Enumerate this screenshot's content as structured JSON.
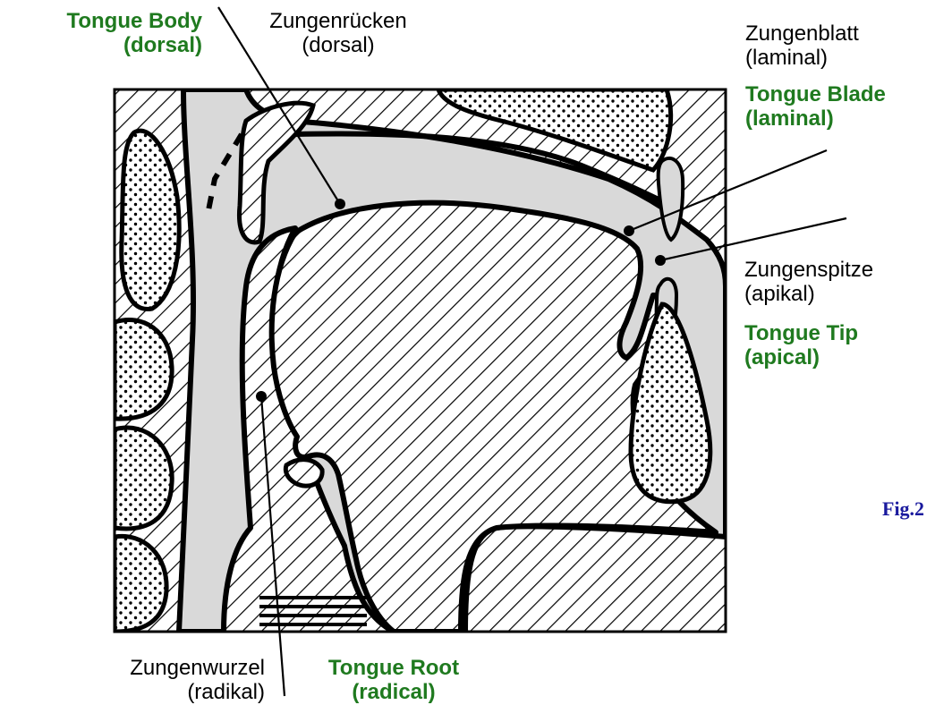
{
  "labels": {
    "tongue_body": [
      "Tongue Body",
      "(dorsal)"
    ],
    "zungenruecken": [
      "Zungenrücken",
      "(dorsal)"
    ],
    "zungenblatt": [
      "Zungenblatt",
      "(laminal)"
    ],
    "tongue_blade": [
      "Tongue Blade",
      "(laminal)"
    ],
    "zungenspitze": [
      "Zungenspitze",
      "(apikal)"
    ],
    "tongue_tip": [
      "Tongue Tip",
      "(apical)"
    ],
    "zungenwurzel": [
      "Zungenwurzel",
      "(radikal)"
    ],
    "tongue_root": [
      "Tongue Root",
      "(radical)"
    ]
  },
  "figure_label": "Fig.2",
  "colors": {
    "english_label": "#1f7a1f",
    "figure_label": "#1a1a9e",
    "cavity_fill": "#d9d9d9",
    "outline": "#000000"
  }
}
